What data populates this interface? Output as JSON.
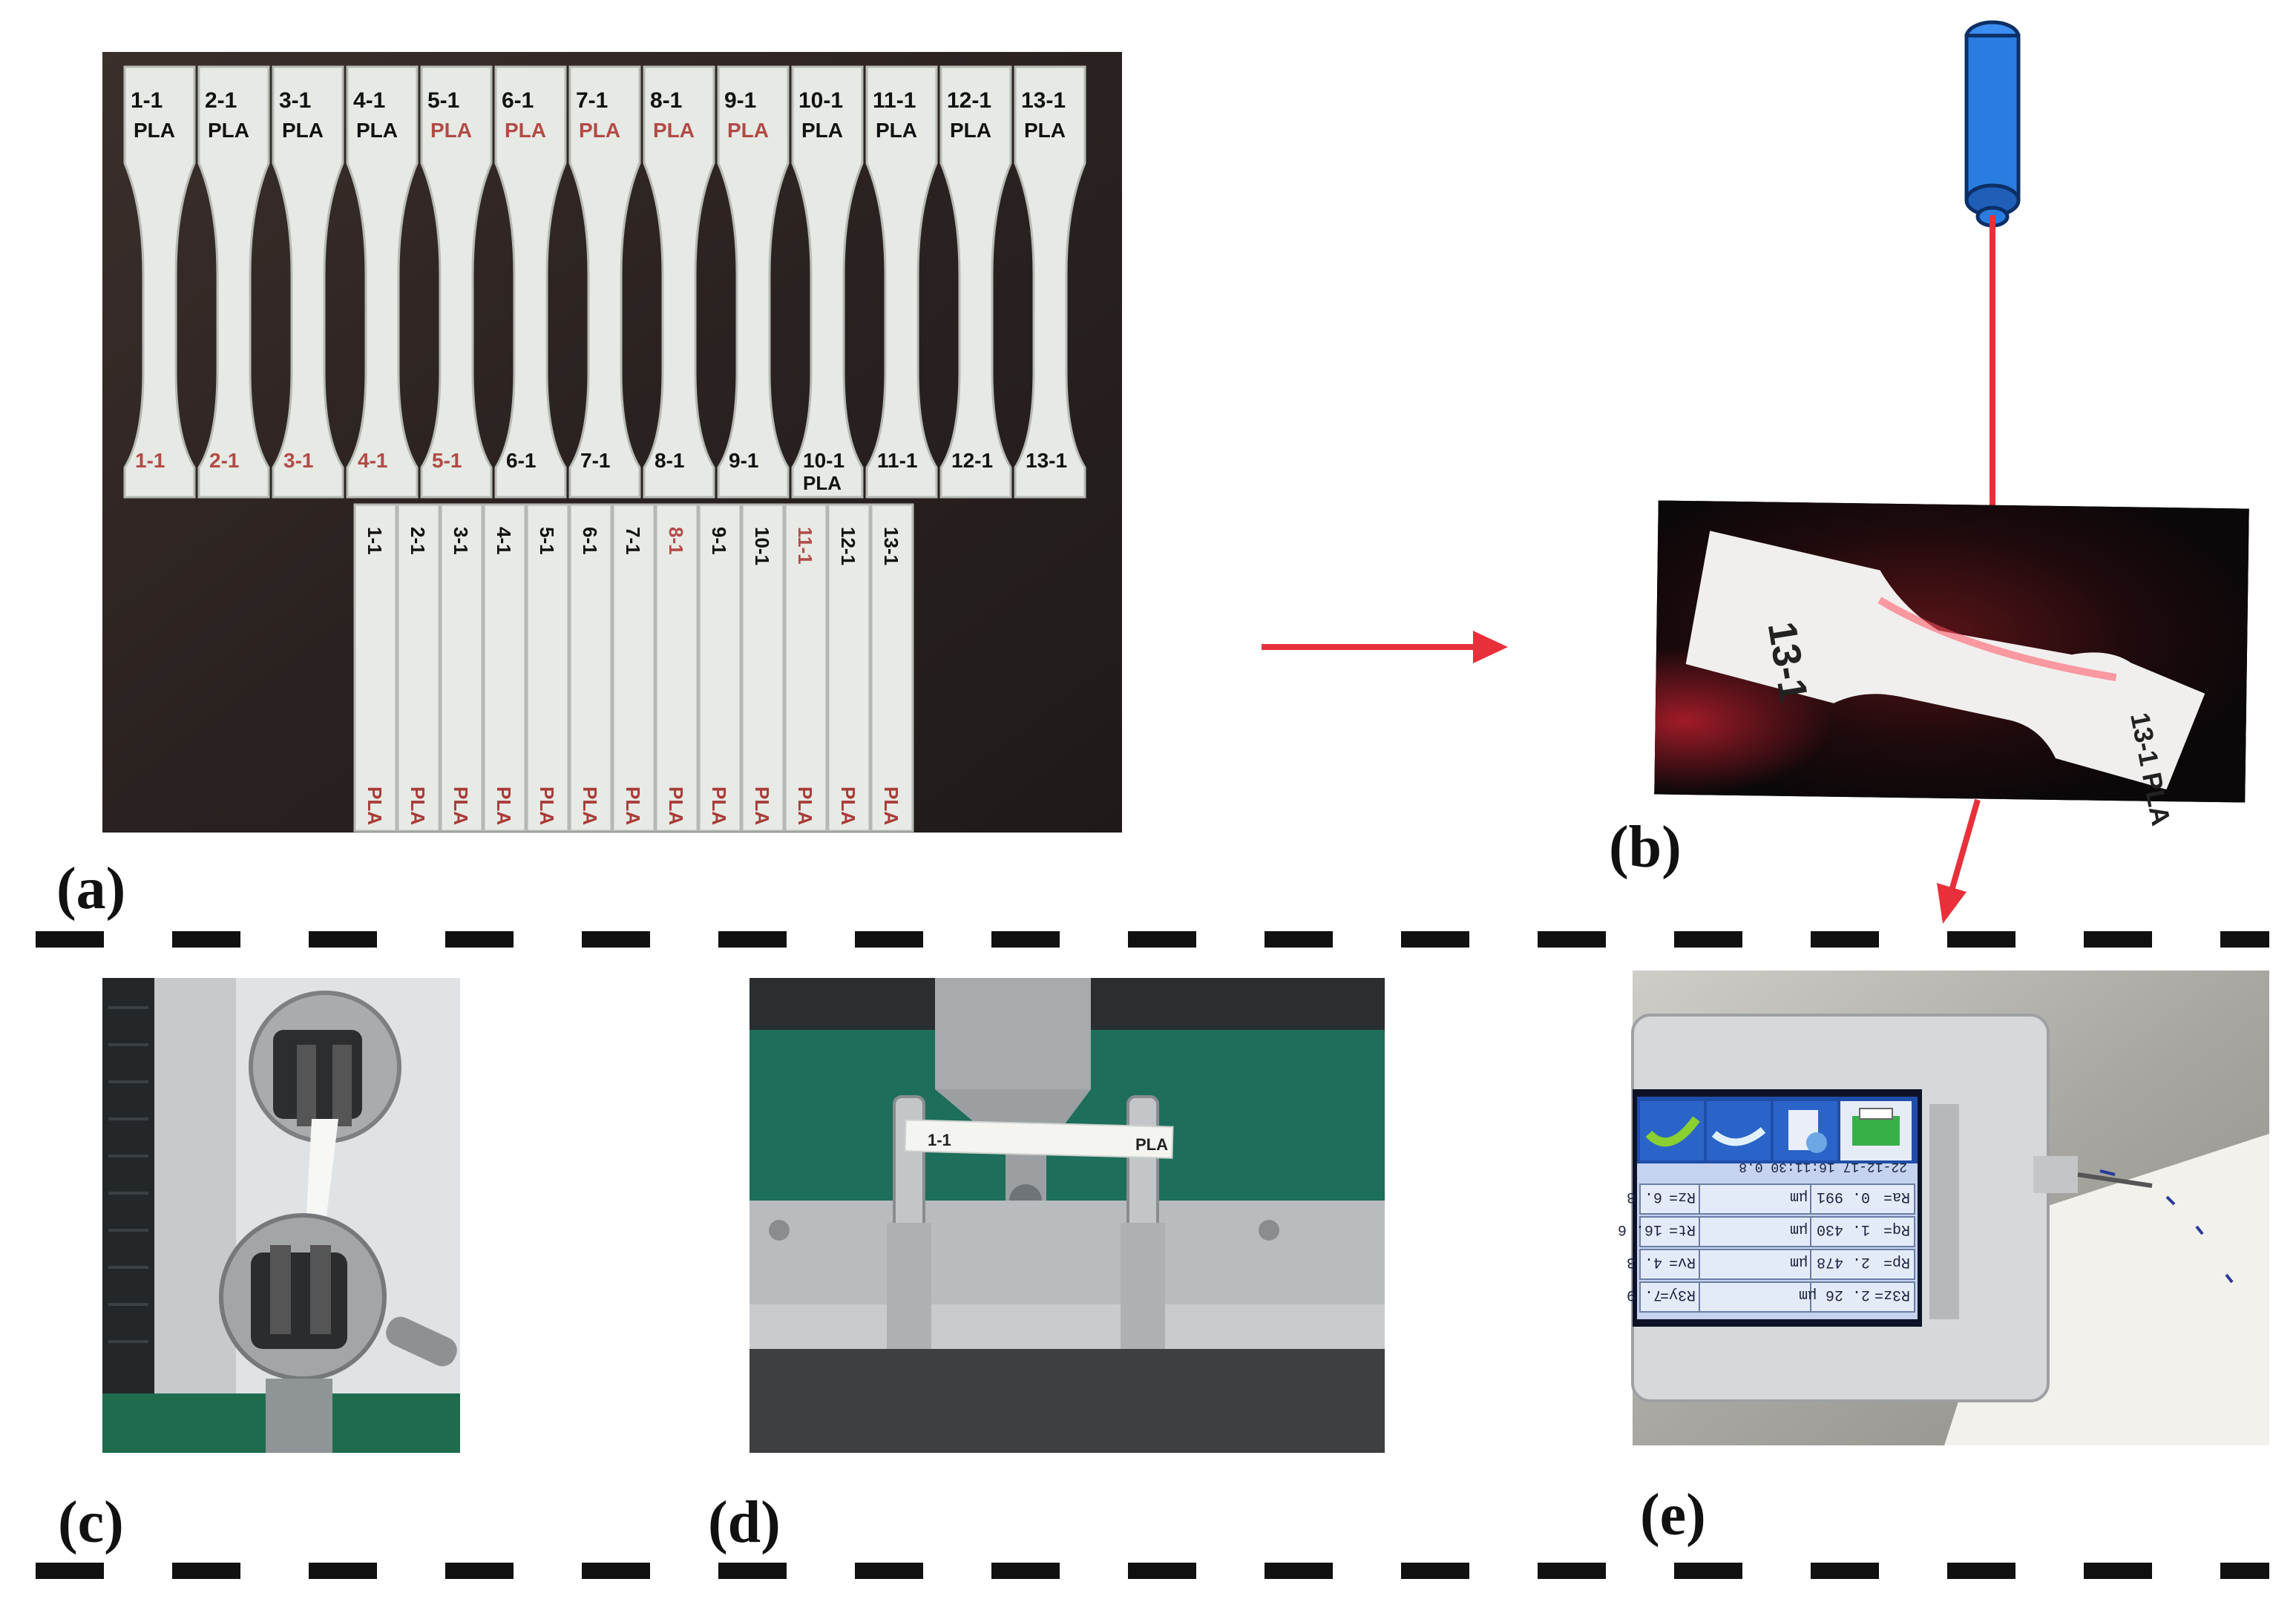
{
  "labels": {
    "a": "(a)",
    "b": "(b)",
    "c": "(c)",
    "d": "(d)",
    "e": "(e)"
  },
  "colors": {
    "arrow_red": "#e8303a",
    "laser_body": "#2a7de0",
    "dash": "#111111",
    "specimen": "#e8ebe6",
    "lcd_screen": "#bcd0f0"
  },
  "specimens": {
    "top_labels": [
      "1-1 PLA",
      "2-1 PLA",
      "3-1 PLA",
      "4-1 PLA",
      "5-1 PLA",
      "6-1 PLA",
      "7-1 PLA",
      "8-1 PLA",
      "9-1 PLA",
      "10-1 PLA",
      "11-1 PLA",
      "12-1 PLA",
      "13-1 PLA"
    ],
    "bottom_labels": [
      "1-1",
      "2-1",
      "3-1",
      "4-1",
      "5-1",
      "6-1",
      "7-1",
      "8-1",
      "9-1",
      "10-1 PLA",
      "11-1",
      "12-1",
      "13-1"
    ],
    "bar_labels": [
      "1-1",
      "2-1",
      "3-1",
      "4-1",
      "5-1",
      "6-1",
      "7-1",
      "8-1",
      "9-1",
      "10-1",
      "11-1",
      "12-1",
      "13-1"
    ],
    "bar_bottom": "PLA"
  },
  "panel_b": {
    "specimen_left": "13-1",
    "specimen_right": "13-1 PLA"
  },
  "panel_d": {
    "bar_left": "1-1",
    "bar_right": "PLA"
  },
  "panel_e": {
    "rows": [
      [
        "R3z=",
        "2. 26 μm",
        "R3y=",
        "7. 9"
      ],
      [
        "Rp=",
        "2. 478 μm",
        "Rv=",
        "4. 3"
      ],
      [
        "Rq=",
        "1. 430 μm",
        "Rt=",
        "16. 6"
      ],
      [
        "Ra=",
        "0. 991 μm",
        "Rz=",
        "6. 8"
      ]
    ],
    "status": "22-12-17 16:11:30 0.8"
  }
}
